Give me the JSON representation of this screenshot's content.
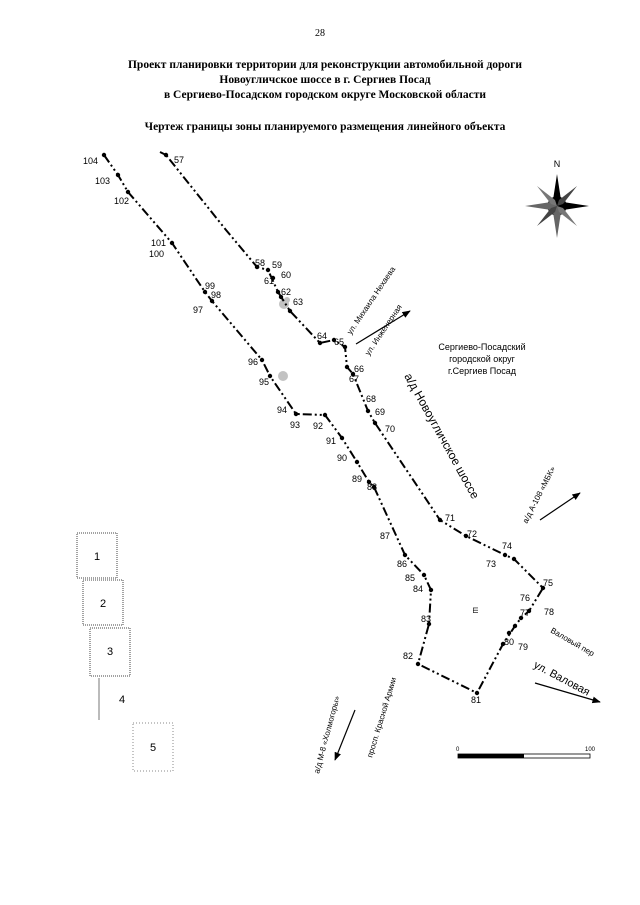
{
  "page_number": "28",
  "title_lines": [
    "Проект планировки территории для реконструкции автомобильной дороги",
    "Новоугличское шоссе в г. Сергиев Посад",
    "в Сергиево-Посадском городском округе Московской области"
  ],
  "subtitle": "Чертеж границы зоны планируемого размещения линейного объекта",
  "north_label": "N",
  "district_label_lines": [
    "Сергиево-Посадский",
    "городской округ",
    "г.Сергиев Посад"
  ],
  "road_labels": {
    "novouglichskoe": "а/д Новоугличское шоссе",
    "nekhaeva": "ул. Михаила Нехаева",
    "inzhenernaya": "ул. Инженерная",
    "a108": "а/д А-108 «МБК»",
    "valovy_per": "Валовый пер",
    "valovaya": "ул. Валовая",
    "m8": "а/д М-8 «Холмогоры»",
    "krasnoy_armii": "просп. Красной Армии"
  },
  "small_mark": "Ш",
  "sheet_index": [
    "1",
    "2",
    "3",
    "4",
    "5"
  ],
  "scale_bar": {
    "start": "0",
    "end": "100"
  },
  "point_labels": [
    "57",
    "58",
    "59",
    "60",
    "61",
    "62",
    "63",
    "64",
    "65",
    "66",
    "67",
    "68",
    "69",
    "70",
    "71",
    "72",
    "73",
    "74",
    "75",
    "76",
    "77",
    "78",
    "79",
    "80",
    "81",
    "82",
    "83",
    "84",
    "85",
    "86",
    "87",
    "88",
    "89",
    "90",
    "91",
    "92",
    "93",
    "94",
    "95",
    "96",
    "97",
    "98",
    "99",
    "100",
    "101",
    "102",
    "103",
    "104"
  ]
}
